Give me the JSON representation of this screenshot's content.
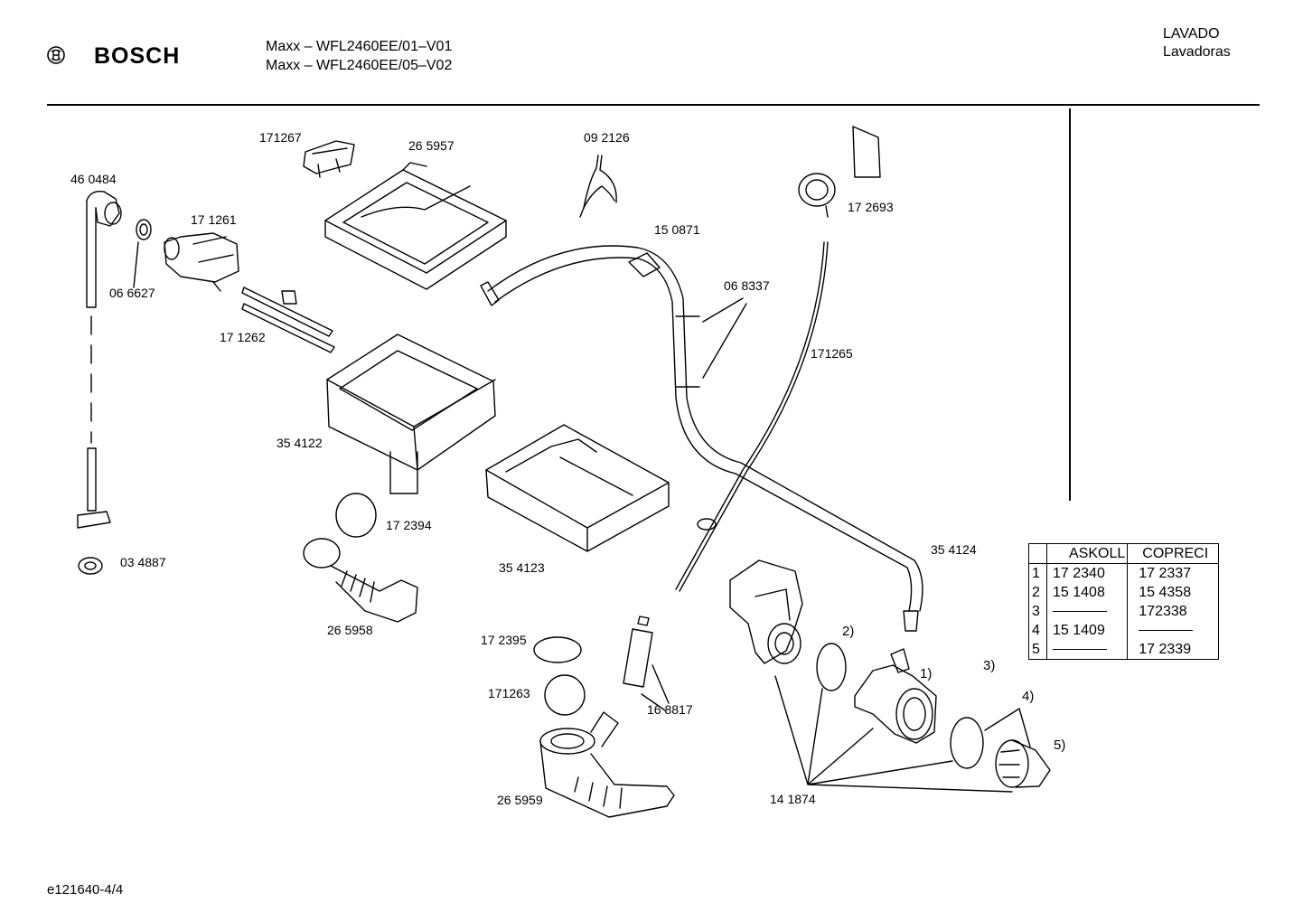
{
  "header": {
    "brand": "BOSCH",
    "model_lines": [
      "Maxx – WFL2460EE/01–V01",
      "Maxx – WFL2460EE/05–V02"
    ],
    "category": "LAVADO",
    "subcategory": "Lavadoras"
  },
  "parts": [
    {
      "id": "p01",
      "label": "171267"
    },
    {
      "id": "p02",
      "label": "26 5957"
    },
    {
      "id": "p03",
      "label": "09 2126"
    },
    {
      "id": "p04",
      "label": "46 0484"
    },
    {
      "id": "p05",
      "label": "17 1261"
    },
    {
      "id": "p06",
      "label": "06 6627"
    },
    {
      "id": "p07",
      "label": "17 1262"
    },
    {
      "id": "p08",
      "label": "15 0871"
    },
    {
      "id": "p09",
      "label": "06 8337"
    },
    {
      "id": "p10",
      "label": "17 2693"
    },
    {
      "id": "p11",
      "label": "171265"
    },
    {
      "id": "p12",
      "label": "35 4122"
    },
    {
      "id": "p13",
      "label": "17 2394"
    },
    {
      "id": "p14",
      "label": "03 4887"
    },
    {
      "id": "p15",
      "label": "35 4123"
    },
    {
      "id": "p16",
      "label": "35 4124"
    },
    {
      "id": "p17",
      "label": "26 5958"
    },
    {
      "id": "p18",
      "label": "17 2395"
    },
    {
      "id": "p19",
      "label": "171263"
    },
    {
      "id": "p20",
      "label": "16 8817"
    },
    {
      "id": "p21",
      "label": "26 5959"
    },
    {
      "id": "p22",
      "label": "14 1874"
    },
    {
      "id": "p23",
      "label": "2)"
    },
    {
      "id": "p24",
      "label": "1)"
    },
    {
      "id": "p25",
      "label": "3)"
    },
    {
      "id": "p26",
      "label": "4)"
    },
    {
      "id": "p27",
      "label": "5)"
    }
  ],
  "table": {
    "headers": [
      "ASKOLL",
      "COPRECI"
    ],
    "rows": [
      {
        "index": "1",
        "askoll": "17 2340",
        "copreci": "17 2337"
      },
      {
        "index": "2",
        "askoll": "15 1408",
        "copreci": "15 4358"
      },
      {
        "index": "3",
        "askoll": "",
        "copreci": "172338"
      },
      {
        "index": "4",
        "askoll": "15 1409",
        "copreci": ""
      },
      {
        "index": "5",
        "askoll": "",
        "copreci": "17 2339"
      }
    ]
  },
  "footer": {
    "code": "e121640-4/4"
  }
}
